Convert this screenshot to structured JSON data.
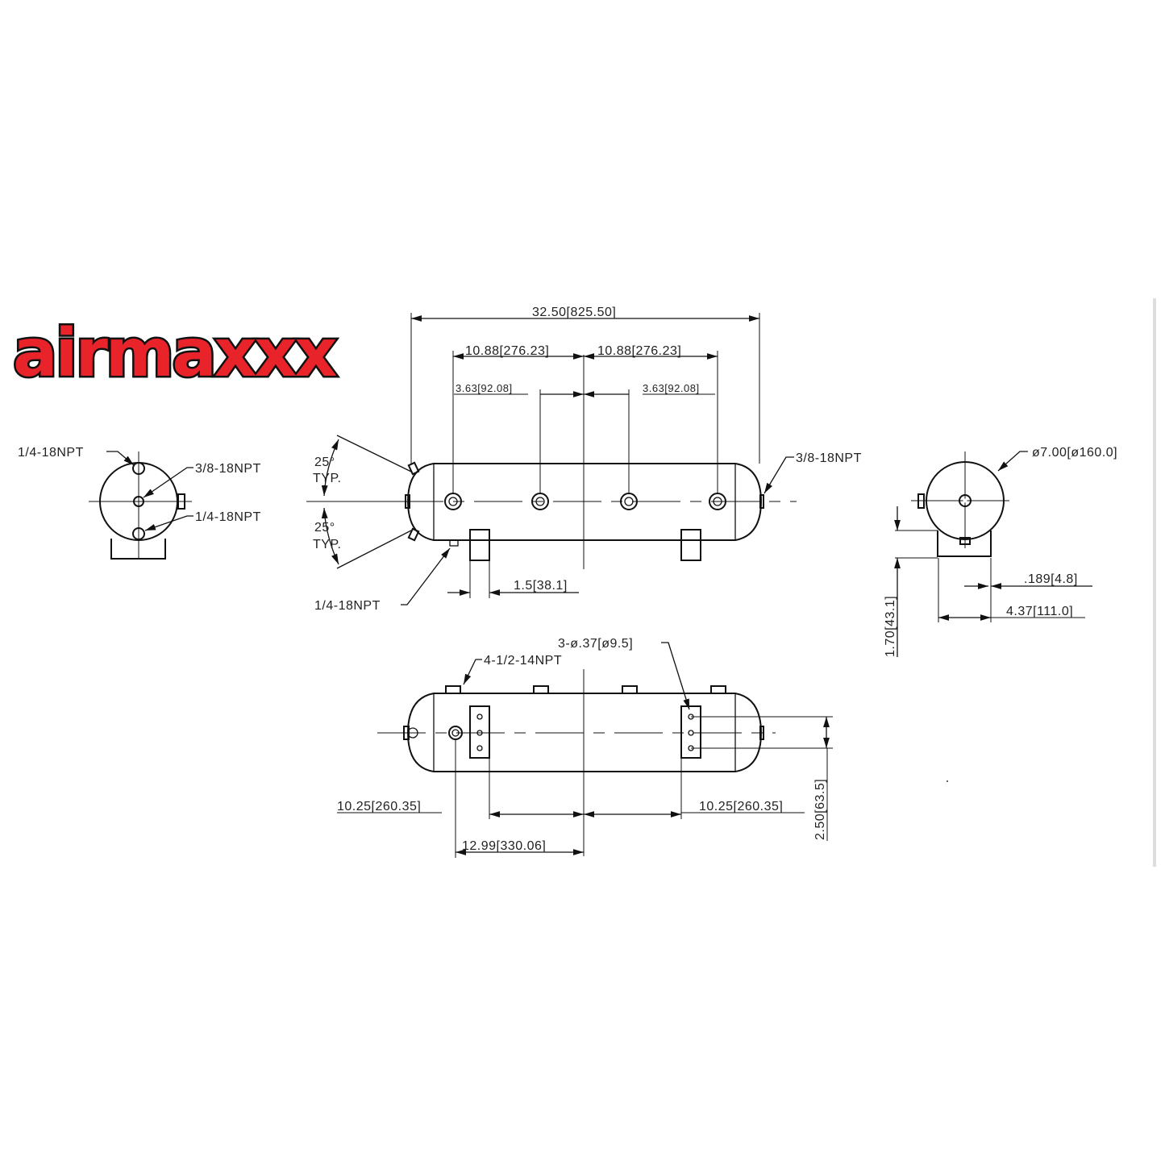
{
  "brand": {
    "logo_text": "airmaxxx",
    "color": "#e8232a"
  },
  "left_end_view": {
    "top_port": "1/4-18NPT",
    "center_port": "3/8-18NPT",
    "bottom_port": "1/4-18NPT"
  },
  "side_view": {
    "overall_length": "32.50[825.50]",
    "port_spacing_left": "10.88[276.23]",
    "port_spacing_right": "10.88[276.23]",
    "inner_port_left": "3.63[92.08]",
    "inner_port_right": "3.63[92.08]",
    "angle_top": "25°",
    "angle_top_typ": "TYP.",
    "angle_bottom": "25°",
    "angle_bottom_typ": "TYP.",
    "foot_width": "1.5[38.1]",
    "drain_port": "1/4-18NPT",
    "end_port": "3/8-18NPT"
  },
  "right_end_view": {
    "diameter": "ø7.00[ø160.0]",
    "bracket_thickness": ".189[4.8]",
    "bracket_width": "4.37[111.0]",
    "bracket_height": "1.70[43.1]"
  },
  "bottom_view": {
    "mount_holes": "3-ø.37[ø9.5]",
    "top_ports": "4-1/2-14NPT",
    "bracket_left": "10.25[260.35]",
    "bracket_right": "10.25[260.35]",
    "port_offset": "12.99[330.06]",
    "hole_spacing": "2.50[63.5]"
  }
}
